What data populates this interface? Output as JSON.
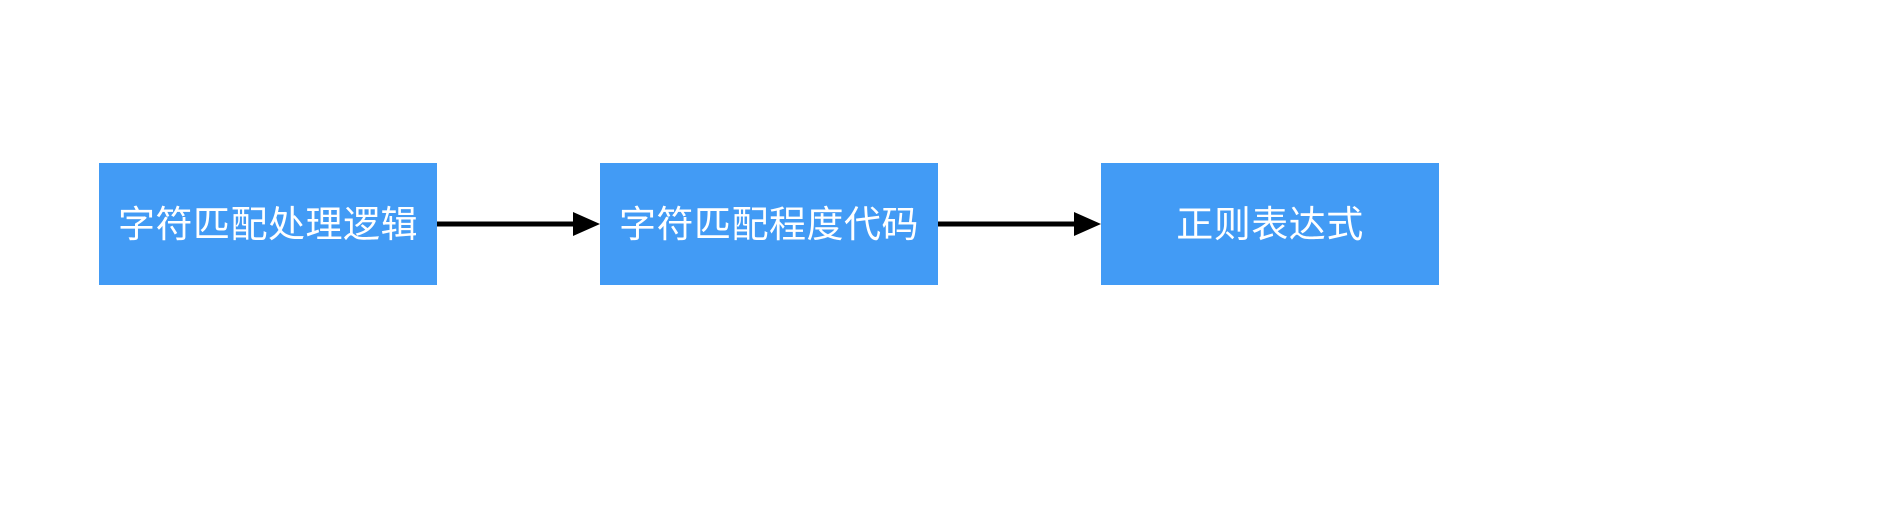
{
  "diagram": {
    "type": "flowchart",
    "orientation": "left-to-right",
    "background_color": "#ffffff",
    "node_fill_color": "#429bf5",
    "node_text_color": "#ffffff",
    "connector_color": "#000000",
    "nodes": [
      {
        "id": "node-1",
        "label": "字符匹配处理逻辑"
      },
      {
        "id": "node-2",
        "label": "字符匹配程度代码"
      },
      {
        "id": "node-3",
        "label": "正则表达式"
      }
    ],
    "connectors": [
      {
        "id": "arrow-1",
        "from": "node-1",
        "to": "node-2",
        "style": "solid-arrow"
      },
      {
        "id": "arrow-2",
        "from": "node-2",
        "to": "node-3",
        "style": "solid-arrow"
      }
    ]
  }
}
